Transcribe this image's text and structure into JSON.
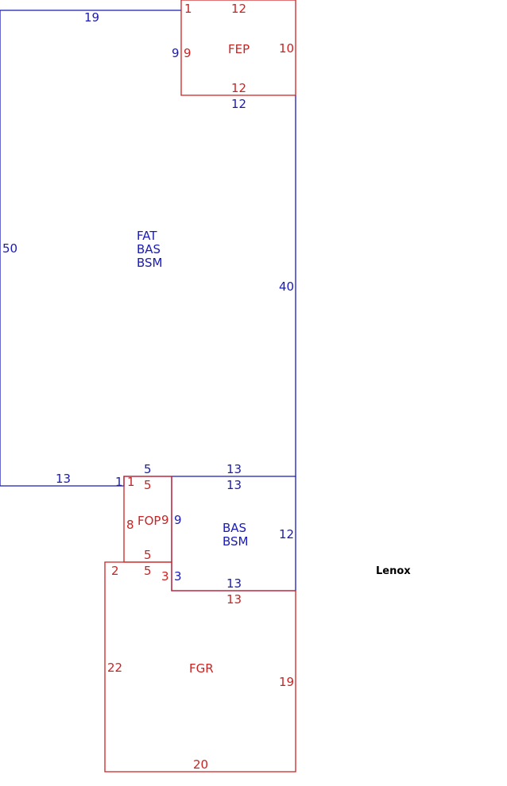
{
  "colors": {
    "primary": "#1a1ab4",
    "secondary": "#cc2222",
    "street": "#000000"
  },
  "street_label": "Lenox",
  "areas": {
    "fep": {
      "code": "FEP"
    },
    "main": {
      "codes": [
        "FAT",
        "BAS",
        "BSM"
      ]
    },
    "rear": {
      "codes": [
        "BAS",
        "BSM"
      ]
    },
    "fop": {
      "code": "FOP"
    },
    "fgr": {
      "code": "FGR"
    }
  },
  "dimensions": {
    "main_top": "19",
    "main_left": "50",
    "main_right": "40",
    "main_bottom_left": "13",
    "main_bottom_notch": "1",
    "fep_top": "12",
    "fep_top_notch": "1",
    "fep_right": "10",
    "fep_left_outer": "9",
    "fep_left_inner": "9",
    "fep_bottom_inner": "12",
    "fep_bottom_outer": "12",
    "rear_top_outer": "13",
    "rear_top_inner": "13",
    "rear_right": "12",
    "rear_bottom_inner": "13",
    "rear_bottom_outer": "13",
    "rear_left_outer": "9",
    "rear_left_step": "3",
    "fop_top_outer": "5",
    "fop_top_inner": "5",
    "fop_top_notch": "1",
    "fop_left": "8",
    "fop_right": "9",
    "fop_bottom_inner": "5",
    "fop_bottom_outer": "5",
    "fgr_top_left": "2",
    "fgr_left": "22",
    "fgr_right": "19",
    "fgr_bottom": "20",
    "fgr_step": "3"
  }
}
